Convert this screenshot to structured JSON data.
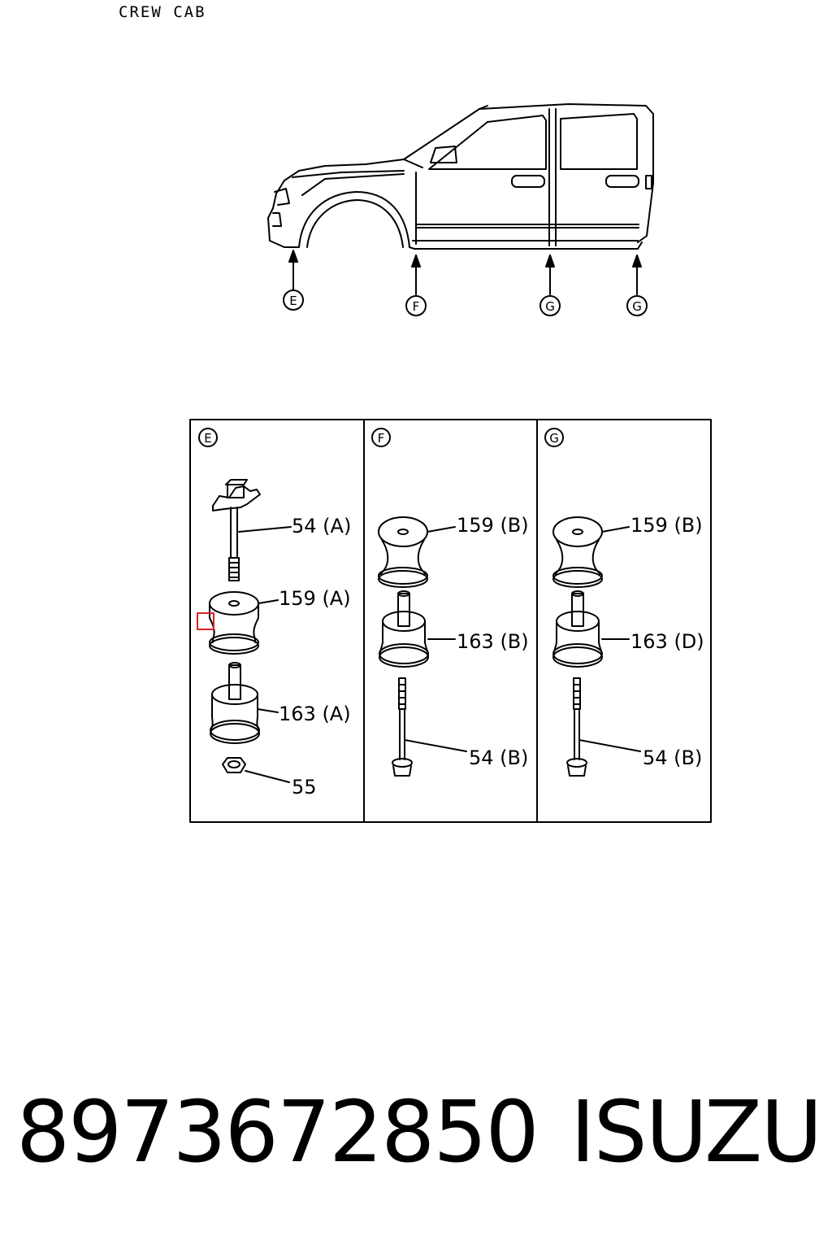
{
  "title": "CREW CAB",
  "callouts": {
    "e": "E",
    "f": "F",
    "g1": "G",
    "g2": "G"
  },
  "panels": {
    "e": {
      "letter": "E",
      "labels": [
        "54 (A)",
        "159 (A)",
        "163 (A)",
        "55"
      ]
    },
    "f": {
      "letter": "F",
      "labels": [
        "159 (B)",
        "163 (B)",
        "54 (B)"
      ]
    },
    "g": {
      "letter": "G",
      "labels": [
        "159 (B)",
        "163 (D)",
        "54 (B)"
      ]
    }
  },
  "footer": {
    "part_number": "8973672850",
    "brand": "ISUZU"
  },
  "colors": {
    "line": "#000000",
    "highlight": "#e0202a"
  }
}
